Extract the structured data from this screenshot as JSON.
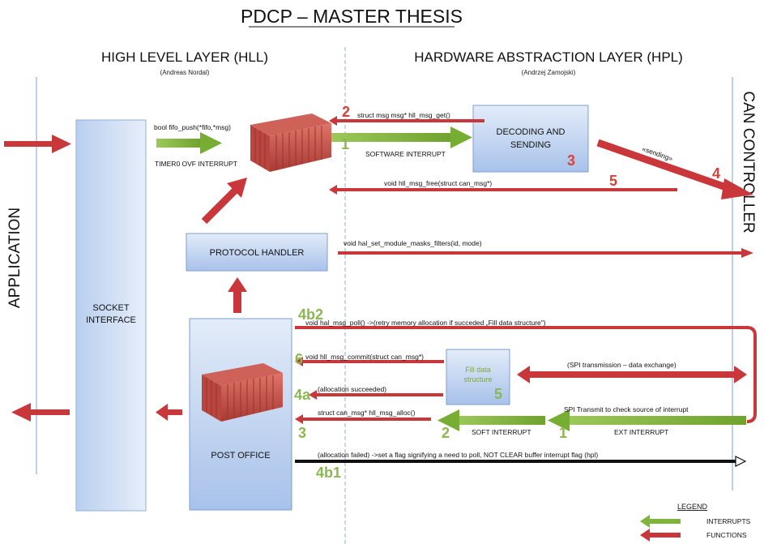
{
  "title": "PDCP – MASTER THESIS",
  "layers": {
    "hll": {
      "name": "HIGH LEVEL LAYER (HLL)",
      "author": "(Andreas Nordal)"
    },
    "hpl": {
      "name": "HARDWARE ABSTRACTION LAYER (HPL)",
      "author": "(Andrzej Zamojski)"
    }
  },
  "side_labels": {
    "left": "APPLICATION",
    "right": "CAN CONTROLLER"
  },
  "boxes": {
    "socket": [
      "SOCKET",
      "INTERFACE"
    ],
    "protocol_handler": "PROTOCOL HANDLER",
    "post_office": "POST OFFICE",
    "decoding": [
      "DECODING AND",
      "SENDING"
    ],
    "fill_data": [
      "Fill data",
      "structure"
    ]
  },
  "functions": {
    "fifo_push": "bool fifo_push(*fifo,*msg)",
    "timer0": "TIMER0 OVF INTERRUPT",
    "msg_get": "struct msg msg* hll_msg_get()",
    "software_interrupt": "SOFTWARE INTERRUPT",
    "sending": "«sending»",
    "msg_free": "void hll_msg_free(struct can_msg*)",
    "set_filters": "void hal_set_module_masks_filters(id, mode)",
    "msg_poll": "void hal_msg_poll() ->(retry memory allocation if succeded „Fill data structure\")",
    "msg_commit": "void hll_msg_commit(struct can_msg*)",
    "spi_exchange": "(SPI transmission – data exchange)",
    "alloc_succeeded": "(allocation succeeded)",
    "spi_check": "SPI Transmit to check source of interrupt",
    "msg_alloc": "struct can_msg* hll_msg_alloc()",
    "soft_interrupt": "SOFT INTERRUPT",
    "ext_interrupt": "EXT INTERRUPT",
    "alloc_failed": "(allocation failed) ->set a flag signifying a need to poll, NOT CLEAR buffer interrupt flag  (hpl)"
  },
  "numbers": {
    "n2_top": "2",
    "n1_top": "1",
    "n3_dec": "3",
    "n5_free": "5",
    "n4_send": "4",
    "n4b2": "4b2",
    "n6": "6",
    "n5_fill": "5",
    "n4a": "4a",
    "n3_alloc": "3",
    "n2_soft": "2",
    "n1_ext": "1",
    "n4b1": "4b1"
  },
  "legend": {
    "heading": "LEGEND",
    "interrupts": "INTERRUPTS",
    "functions": "FUNCTIONS"
  },
  "colors": {
    "function_arrow": "#c9373a",
    "interrupt_arrow": "#7fb33c",
    "box_fill_top": "#dfe9f8",
    "box_fill_bottom": "#a9c3ea",
    "box_border": "#6d8fc4",
    "divider_line": "#8fb2dc",
    "container": "#c8564a"
  },
  "icons": [
    "shipping-container-icon"
  ]
}
